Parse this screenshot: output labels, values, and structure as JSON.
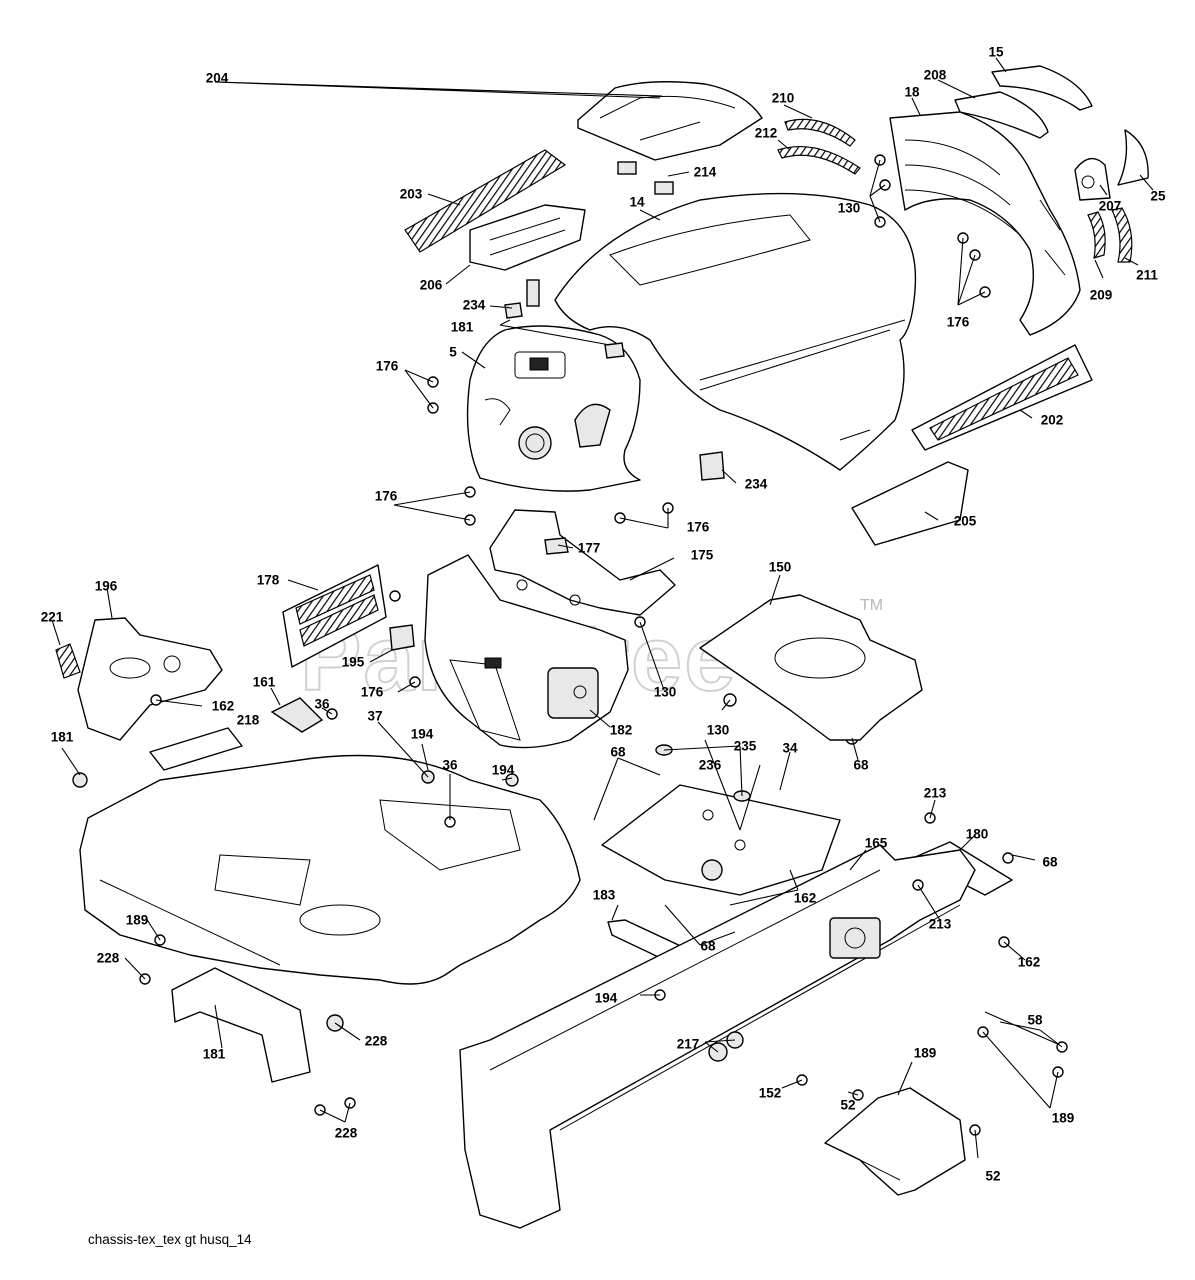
{
  "watermark": {
    "text": "PartsTree",
    "trademark": "TM"
  },
  "caption": "chassis-tex_tex gt husq_14",
  "callouts": [
    "204",
    "15",
    "208",
    "210",
    "18",
    "212",
    "214",
    "203",
    "14",
    "206",
    "234",
    "181",
    "5",
    "176",
    "130",
    "202",
    "25",
    "207",
    "209",
    "211",
    "234",
    "205",
    "176",
    "177",
    "175",
    "150",
    "178",
    "196",
    "221",
    "195",
    "176",
    "162",
    "161",
    "36",
    "37",
    "182",
    "181",
    "194",
    "36",
    "194",
    "235",
    "68",
    "34",
    "236",
    "130",
    "213",
    "218",
    "180",
    "165",
    "183",
    "68",
    "162",
    "189",
    "228",
    "194",
    "217",
    "58",
    "181",
    "228",
    "152",
    "189",
    "52",
    "189",
    "176",
    "176",
    "130",
    "68",
    "213",
    "68"
  ]
}
